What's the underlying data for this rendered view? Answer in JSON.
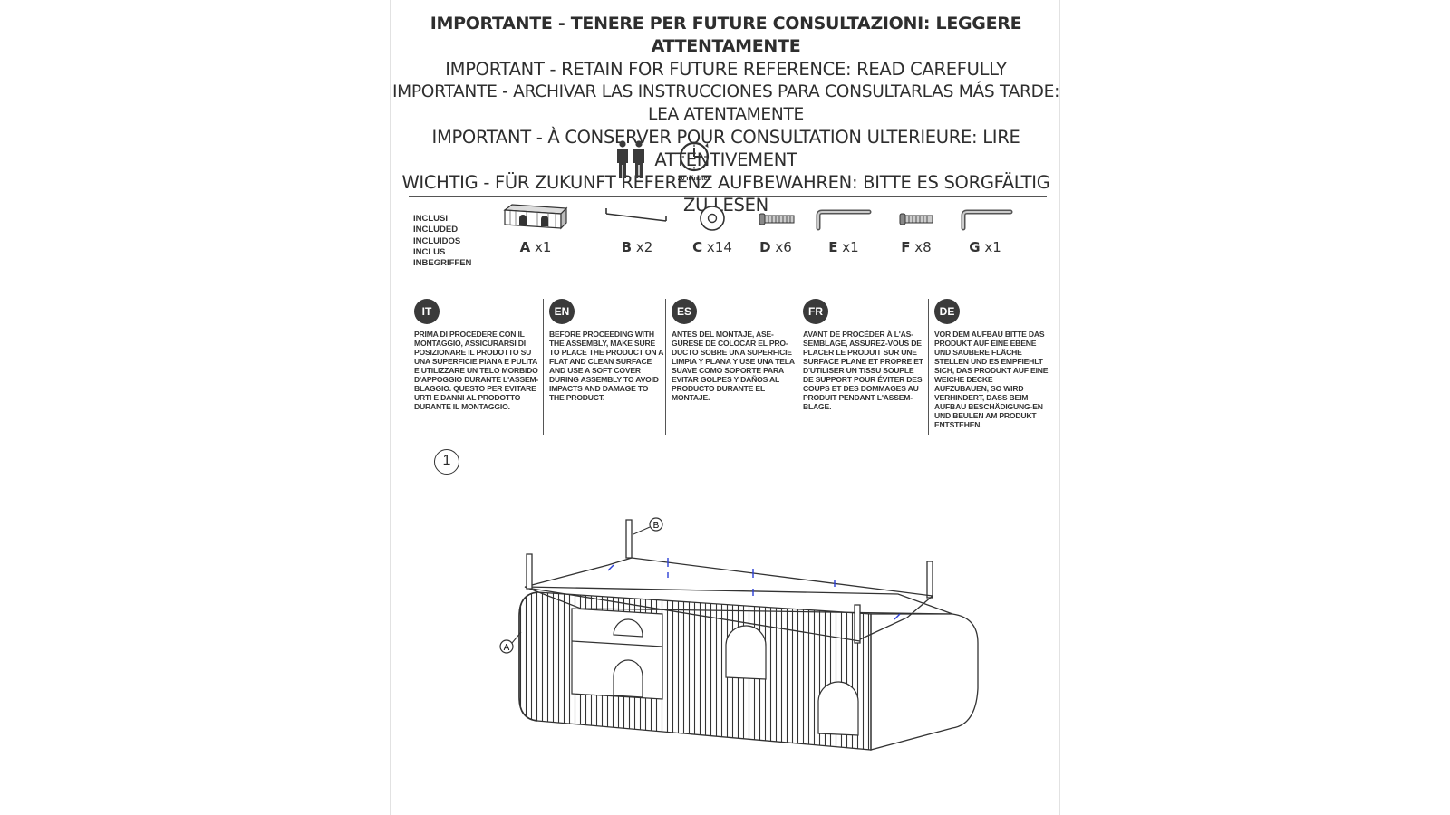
{
  "header": {
    "lines": [
      "IMPORTANTE - TENERE PER FUTURE CONSULTAZIONI: LEGGERE ATTENTAMENTE",
      "IMPORTANT - RETAIN FOR FUTURE REFERENCE: READ CAREFULLY",
      "IMPORTANTE - ARCHIVAR LAS INSTRUCCIONES PARA CONSULTARLAS MÁS TARDE: LEA ATENTAMENTE",
      "IMPORTANT - À CONSERVER POUR CONSULTATION ULTERIEURE: LIRE ATTENTIVEMENT",
      "WICHTIG - FÜR ZUKUNFT REFERENZ AUFBEWAHREN: BITTE ES SORGFÄLTIG ZU LESEN"
    ]
  },
  "info": {
    "people_icon": "two-people-icon",
    "clock_icon": "clock-icon",
    "time_label": "20 minutes"
  },
  "included": [
    "INCLUSI",
    "INCLUDED",
    "INCLUIDOS",
    "INCLUS",
    "INBEGRIFFEN"
  ],
  "parts": [
    {
      "letter": "A",
      "qty": "x1",
      "icon": "tv-cabinet-icon"
    },
    {
      "letter": "B",
      "qty": "x2",
      "icon": "leg-bracket-icon"
    },
    {
      "letter": "C",
      "qty": "x14",
      "icon": "washer-icon"
    },
    {
      "letter": "D",
      "qty": "x6",
      "icon": "screw-icon"
    },
    {
      "letter": "E",
      "qty": "x1",
      "icon": "allen-key-icon"
    },
    {
      "letter": "F",
      "qty": "x8",
      "icon": "screw-icon"
    },
    {
      "letter": "G",
      "qty": "x1",
      "icon": "allen-key-icon"
    }
  ],
  "languages": [
    {
      "code": "IT",
      "text": "PRIMA DI PROCEDERE CON IL MONTAGGIO, ASSICURARSI DI POSIZIONARE IL PRODOTTO SU UNA SUPERFICIE PIANA E PULITA E UTILIZZARE UN TELO MORBIDO D'APPOGGIO DURANTE L'ASSEM-BLAGGIO. QUESTO PER EVITARE URTI E DANNI AL PRODOTTO DURANTE IL MONTAGGIO."
    },
    {
      "code": "EN",
      "text": "BEFORE PROCEEDING WITH THE ASSEMBLY, MAKE SURE TO PLACE THE PRODUCT ON A FLAT AND CLEAN SURFACE AND USE A SOFT COVER DURING ASSEMBLY TO AVOID IMPACTS AND DAMAGE TO THE PRODUCT."
    },
    {
      "code": "ES",
      "text": "ANTES DEL MONTAJE, ASE-GÚRESE DE COLOCAR EL PRO-DUCTO SOBRE UNA SUPERFICIE LIMPIA Y PLANA Y USE UNA TELA SUAVE COMO SOPORTE PARA EVITAR GOLPES Y DAÑOS AL PRODUCTO DURANTE EL MONTAJE."
    },
    {
      "code": "FR",
      "text": "AVANT DE PROCÉDER À L'AS-SEMBLAGE, ASSUREZ-VOUS DE PLACER LE PRODUIT SUR UNE SURFACE PLANE ET PROPRE ET D'UTILISER UN TISSU SOUPLE DE SUPPORT POUR ÉVITER DES COUPS ET DES DOMMAGES AU PRODUIT PENDANT L'ASSEM-BLAGE."
    },
    {
      "code": "DE",
      "text": "VOR DEM AUFBAU BITTE DAS PRODUKT AUF EINE EBENE UND SAUBERE FLÄCHE STELLEN UND ES EMPFIEHLT SICH, DAS PRODUKT AUF EINE WEICHE DECKE AUFZUBAUEN, SO WIRD VERHINDERT, DASS BEIM AUFBAU BESCHÄDIGUNG-EN UND BEULEN AM PRODUKT ENTSTEHEN."
    }
  ],
  "step": {
    "number": "1",
    "label_a": "A",
    "label_b": "B",
    "accent_color": "#2b3fd6"
  }
}
